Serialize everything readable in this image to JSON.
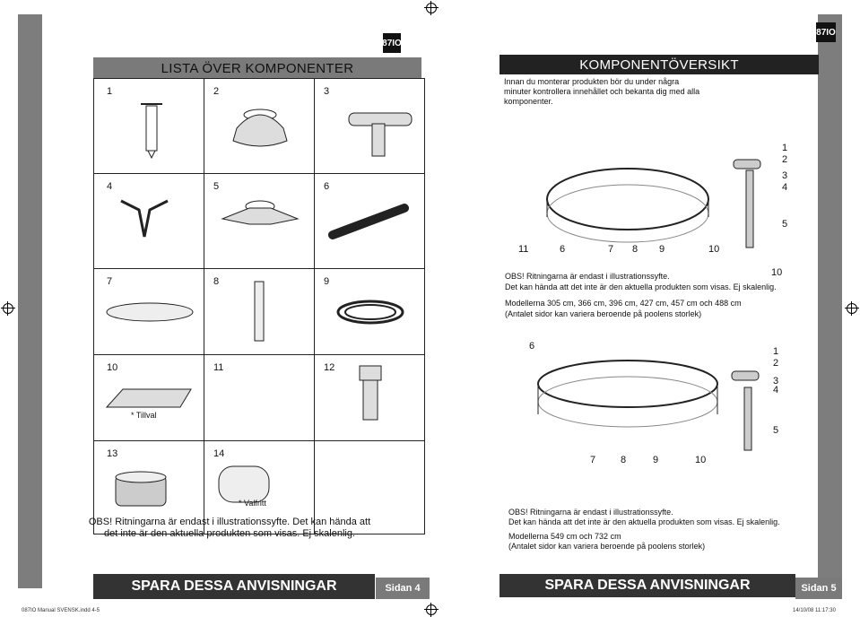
{
  "left": {
    "tag": "87IO",
    "title": "LISTA ÖVER KOMPONENTER",
    "cells": [
      {
        "num": "1"
      },
      {
        "num": "2"
      },
      {
        "num": "3"
      },
      {
        "num": "4"
      },
      {
        "num": "5"
      },
      {
        "num": "6"
      },
      {
        "num": "7"
      },
      {
        "num": "8"
      },
      {
        "num": "9"
      },
      {
        "num": "10"
      },
      {
        "num": "11"
      },
      {
        "num": "12"
      },
      {
        "num": "13"
      },
      {
        "num": "14"
      }
    ],
    "tillval": "* Tillval",
    "valfritt": "* Valfritt",
    "obs": "OBS! Ritningarna är endast i illustrationssyfte. Det kan hända att det inte är den aktuella produkten som visas. Ej skalenlig.",
    "footer": "SPARA DESSA ANVISNINGAR",
    "page": "Sidan 4"
  },
  "right": {
    "tag": "87IO",
    "title": "KOMPONENTÖVERSIKT",
    "intro": "Innan du monterar produkten bör du under några minuter kontrollera innehållet och bekanta dig med alla komponenter.",
    "fig1_labels": [
      "1",
      "2",
      "3",
      "4",
      "5",
      "11",
      "6",
      "7",
      "8",
      "9",
      "10"
    ],
    "obs1_line1": "OBS! Ritningarna är endast i illustrationssyfte.",
    "obs1_line2": "Det kan hända att det inte är den aktuella produkten som visas. Ej skalenlig.",
    "side_num": "10",
    "models1": "Modellerna 305 cm, 366 cm, 396 cm, 427 cm, 457 cm och 488 cm",
    "sides1": "(Antalet sidor kan variera beroende på poolens storlek)",
    "fig2_labels": [
      "6",
      "1",
      "2",
      "3",
      "4",
      "5",
      "7",
      "8",
      "9",
      "10"
    ],
    "obs2_line1": "OBS! Ritningarna är endast i illustrationssyfte.",
    "obs2_line2": "Det kan hända att det inte är den aktuella produkten som visas. Ej skalenlig.",
    "models2": "Modellerna 549 cm och 732 cm",
    "sides2": "(Antalet sidor kan variera beroende på poolens storlek)",
    "footer": "SPARA DESSA ANVISNINGAR",
    "page": "Sidan 5"
  },
  "slug": {
    "file": "087IO Manual SVENSK.indd   4-5",
    "date": "14/10/08   11:17:30"
  }
}
